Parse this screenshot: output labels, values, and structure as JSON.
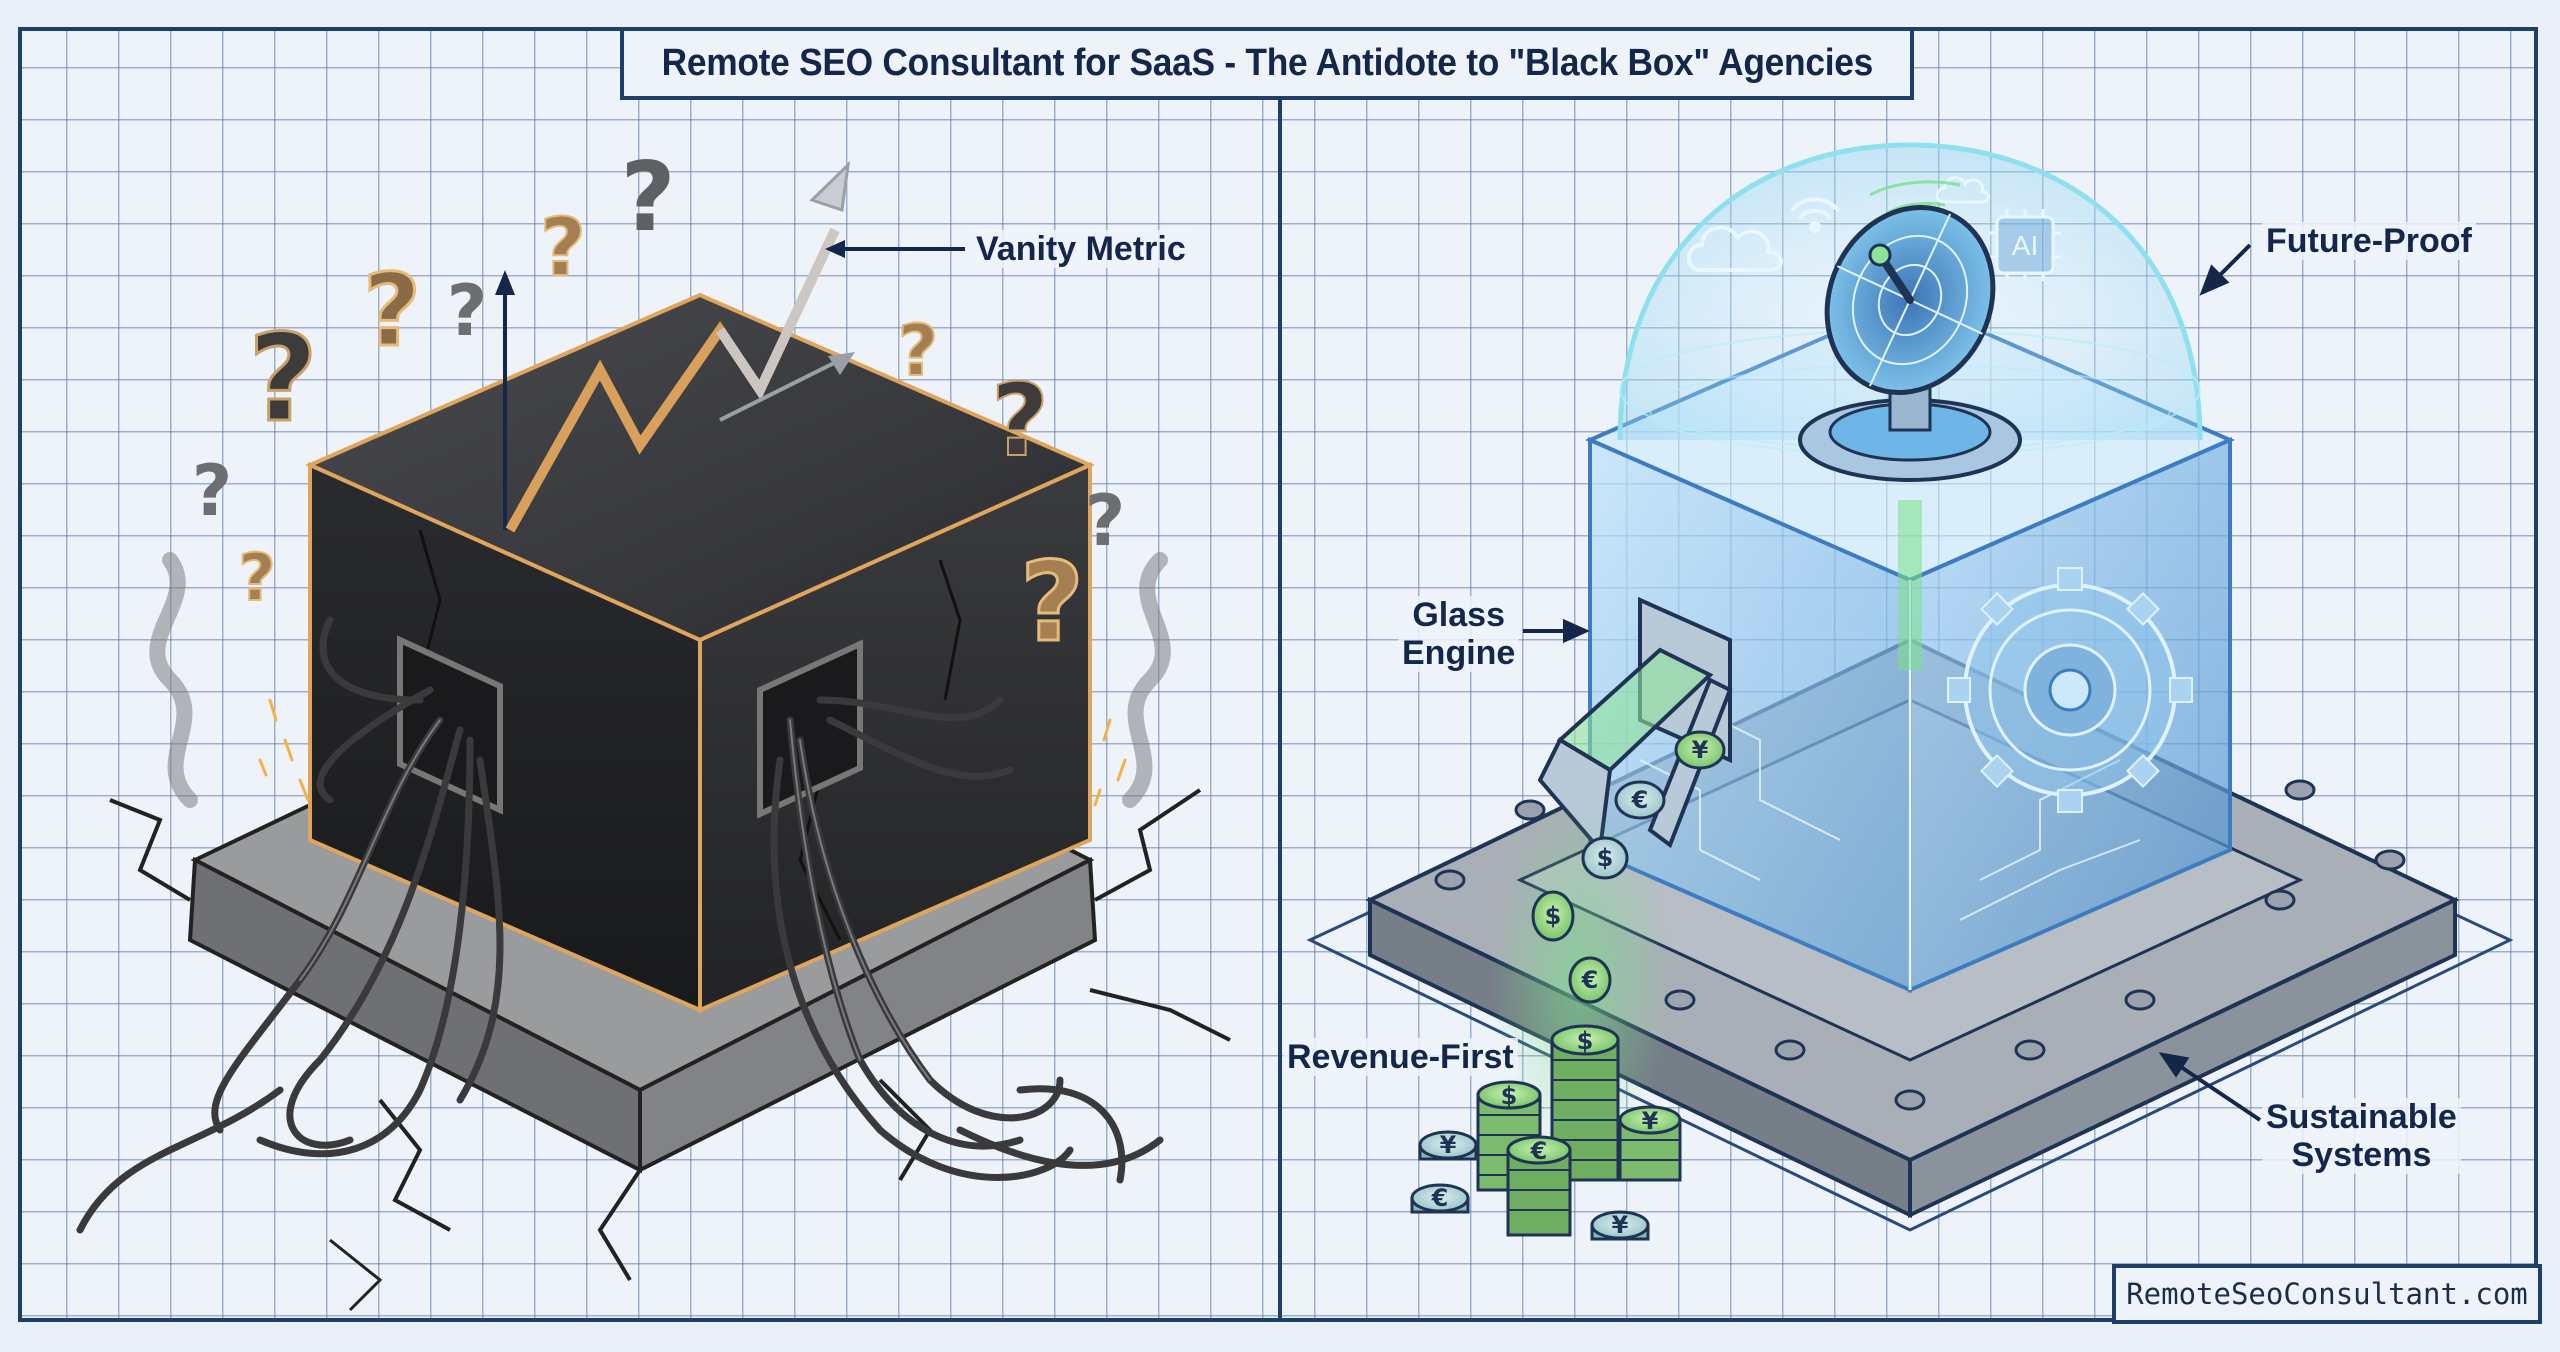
{
  "title": "Remote SEO Consultant for SaaS - The Antidote to \"Black Box\" Agencies",
  "left_panel": {
    "theme": "black-box-agency",
    "labels": {
      "vanity_metric": "Vanity Metric"
    },
    "elements": [
      "cracked-black-cube",
      "tangled-cables",
      "question-marks",
      "upward-trend-arrow",
      "smoke",
      "sparks",
      "cracked-concrete-base"
    ],
    "question_mark_glyph": "?"
  },
  "right_panel": {
    "theme": "glass-engine",
    "labels": {
      "future_proof": "Future-Proof",
      "glass_engine_line1": "Glass",
      "glass_engine_line2": "Engine",
      "revenue_first": "Revenue-First",
      "sustainable_line1": "Sustainable",
      "sustainable_line2": "Systems"
    },
    "dome_icons": {
      "cloud": "cloud-icon",
      "wifi": "wifi-icon",
      "ai_chip_text": "AI"
    },
    "coin_symbols": [
      "$",
      "€",
      "¥"
    ],
    "elements": [
      "glass-cube",
      "radar-dish",
      "protective-dome",
      "gear",
      "coin-chute",
      "coin-stacks",
      "concrete-foundation",
      "anchor-bolts"
    ]
  },
  "footer": {
    "url": "RemoteSeoConsultant.com"
  },
  "colors": {
    "frame": "#1f3f6b",
    "text": "#14264a",
    "grid": "#5a78a5",
    "background": "#eef3fa",
    "gold_accent": "#d9a25a",
    "glass_blue": "#6fb6e8",
    "coin_green": "#8fd67a"
  }
}
